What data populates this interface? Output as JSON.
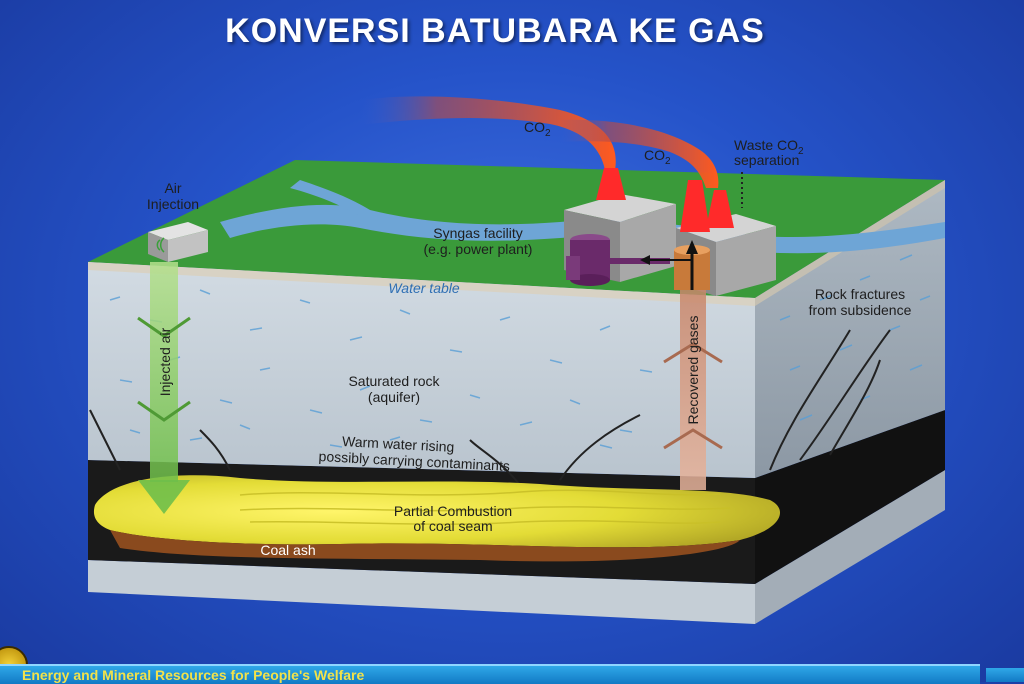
{
  "title": "KONVERSI BATUBARA KE GAS",
  "labels": {
    "co2_left": "CO",
    "co2_right": "CO",
    "co2_sub": "2",
    "waste_co2_line1": "Waste CO",
    "waste_co2_line2": "separation",
    "air_injection_line1": "Air",
    "air_injection_line2": "Injection",
    "syngas_line1": "Syngas facility",
    "syngas_line2": "(e.g. power plant)",
    "water_table": "Water table",
    "rock_fractures_line1": "Rock fractures",
    "rock_fractures_line2": "from subsidence",
    "injected_air": "Injected air",
    "recovered_gases": "Recovered gases",
    "saturated_rock_line1": "Saturated rock",
    "saturated_rock_line2": "(aquifer)",
    "warm_water_line1": "Warm water rising",
    "warm_water_line2": "possibly carrying contaminants",
    "partial_combustion_line1": "Partial Combustion",
    "partial_combustion_line2": "of coal seam",
    "coal_ash": "Coal ash"
  },
  "footer": {
    "text": "Energy and Mineral Resources for People's Welfare"
  },
  "colors": {
    "background": "#2553c9",
    "ground": "#3a9a3a",
    "river": "#6ea5d6",
    "aquifer": "#c9d3dc",
    "coal": "#1b1b1b",
    "combustion": "#e8e030",
    "smoke": "#e0502a",
    "injected_arrow": "#8fcf6a",
    "recovered_arrow": "#d9a58a"
  }
}
